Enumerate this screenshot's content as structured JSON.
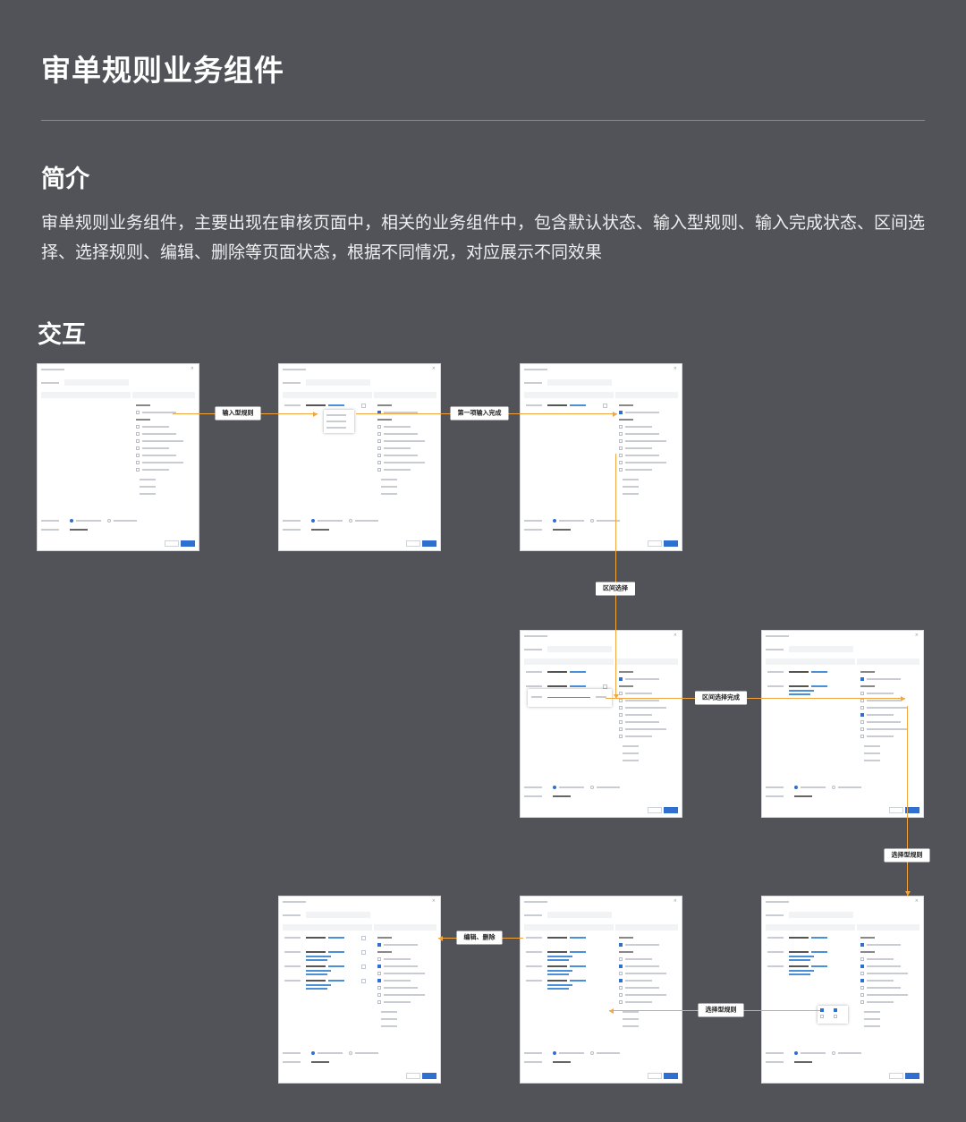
{
  "page": {
    "title": "审单规则业务组件",
    "intro_heading": "简介",
    "intro_text": "审单规则业务组件，主要出现在审核页面中，相关的业务组件中，包含默认状态、输入型规则、输入完成状态、区间选择、选择规则、编辑、删除等页面状态，根据不同情况，对应展示不同效果",
    "interaction_heading": "交互"
  },
  "flow": {
    "nodes": [
      {
        "id": "s1",
        "state": "default"
      },
      {
        "id": "s2",
        "state": "input-rule"
      },
      {
        "id": "s3",
        "state": "input-complete"
      },
      {
        "id": "s4",
        "state": "range-select"
      },
      {
        "id": "s5",
        "state": "range-complete"
      },
      {
        "id": "s6",
        "state": "select-rule"
      },
      {
        "id": "s7",
        "state": "select-complete"
      },
      {
        "id": "s8",
        "state": "edit-delete"
      }
    ],
    "edges": [
      {
        "from": "s1",
        "to": "s2",
        "label": "输入型规则"
      },
      {
        "from": "s2",
        "to": "s3",
        "label": "第一项输入完成"
      },
      {
        "from": "s3",
        "to": "s4",
        "label": "区间选择"
      },
      {
        "from": "s4",
        "to": "s5",
        "label": "区间选择完成"
      },
      {
        "from": "s5",
        "to": "s6",
        "label": "选择型规则"
      },
      {
        "from": "s6",
        "to": "s7",
        "label": "选择型规则"
      },
      {
        "from": "s7",
        "to": "s8",
        "label": "编辑、删除"
      }
    ]
  },
  "colors": {
    "background": "#515358",
    "connector": "#f3a640",
    "accent": "#2f6fd0"
  }
}
